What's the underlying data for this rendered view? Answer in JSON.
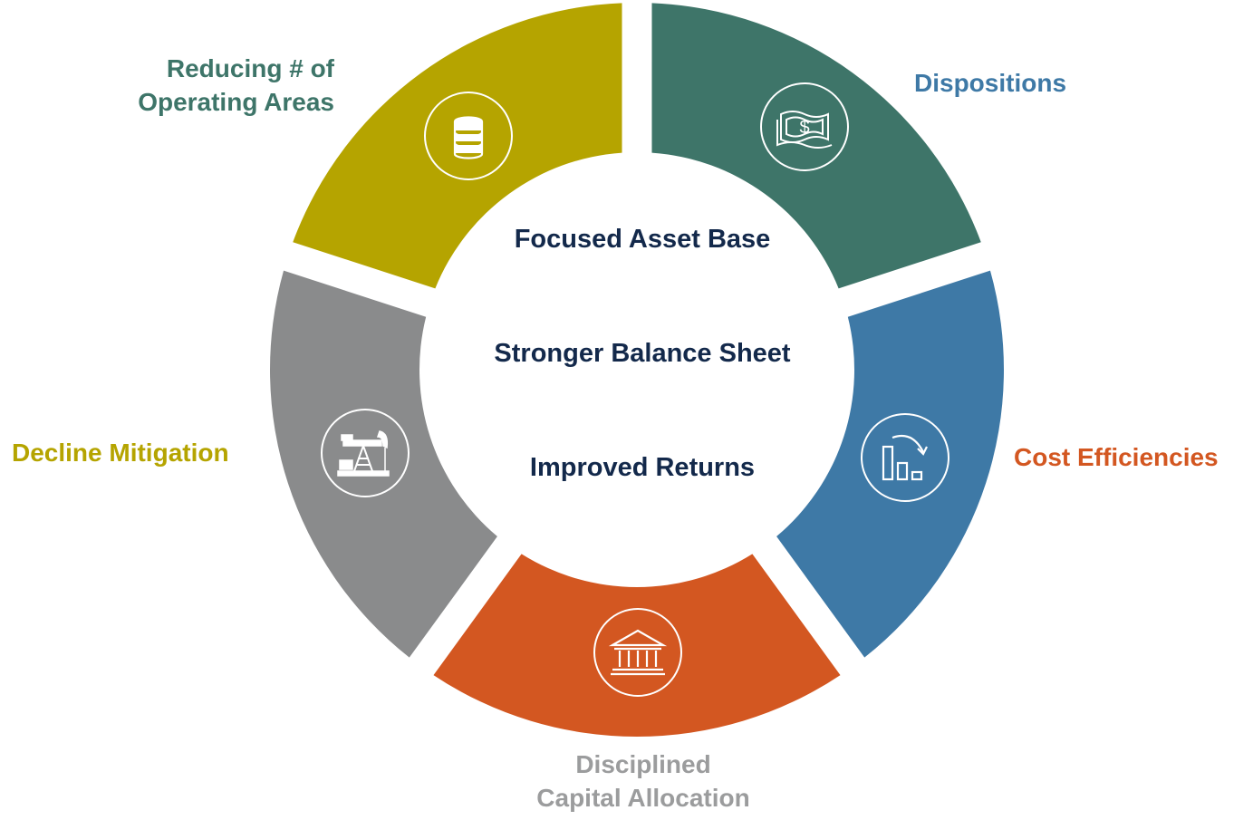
{
  "center": {
    "line1": "Focused Asset Base",
    "line2": "Stronger Balance Sheet",
    "line3": "Improved Returns"
  },
  "segments": [
    {
      "key": "operating-areas",
      "label": [
        "Reducing # of",
        "Operating Areas"
      ],
      "color": "#3e7569",
      "icon": "database-icon"
    },
    {
      "key": "dispositions",
      "label": [
        "Dispositions"
      ],
      "color": "#3e79a6",
      "icon": "money-bill-icon"
    },
    {
      "key": "cost-efficiencies",
      "label": [
        "Cost Efficiencies"
      ],
      "color": "#d35721",
      "icon": "declining-bar-chart-icon"
    },
    {
      "key": "capital-allocation",
      "label": [
        "Disciplined",
        "Capital Allocation"
      ],
      "color": "#8a8b8c",
      "label_color": "#9b9c9d",
      "icon": "bank-building-icon"
    },
    {
      "key": "decline-mitigation",
      "label": [
        "Decline Mitigation"
      ],
      "color": "#b5a400",
      "icon": "oil-pump-icon"
    }
  ]
}
